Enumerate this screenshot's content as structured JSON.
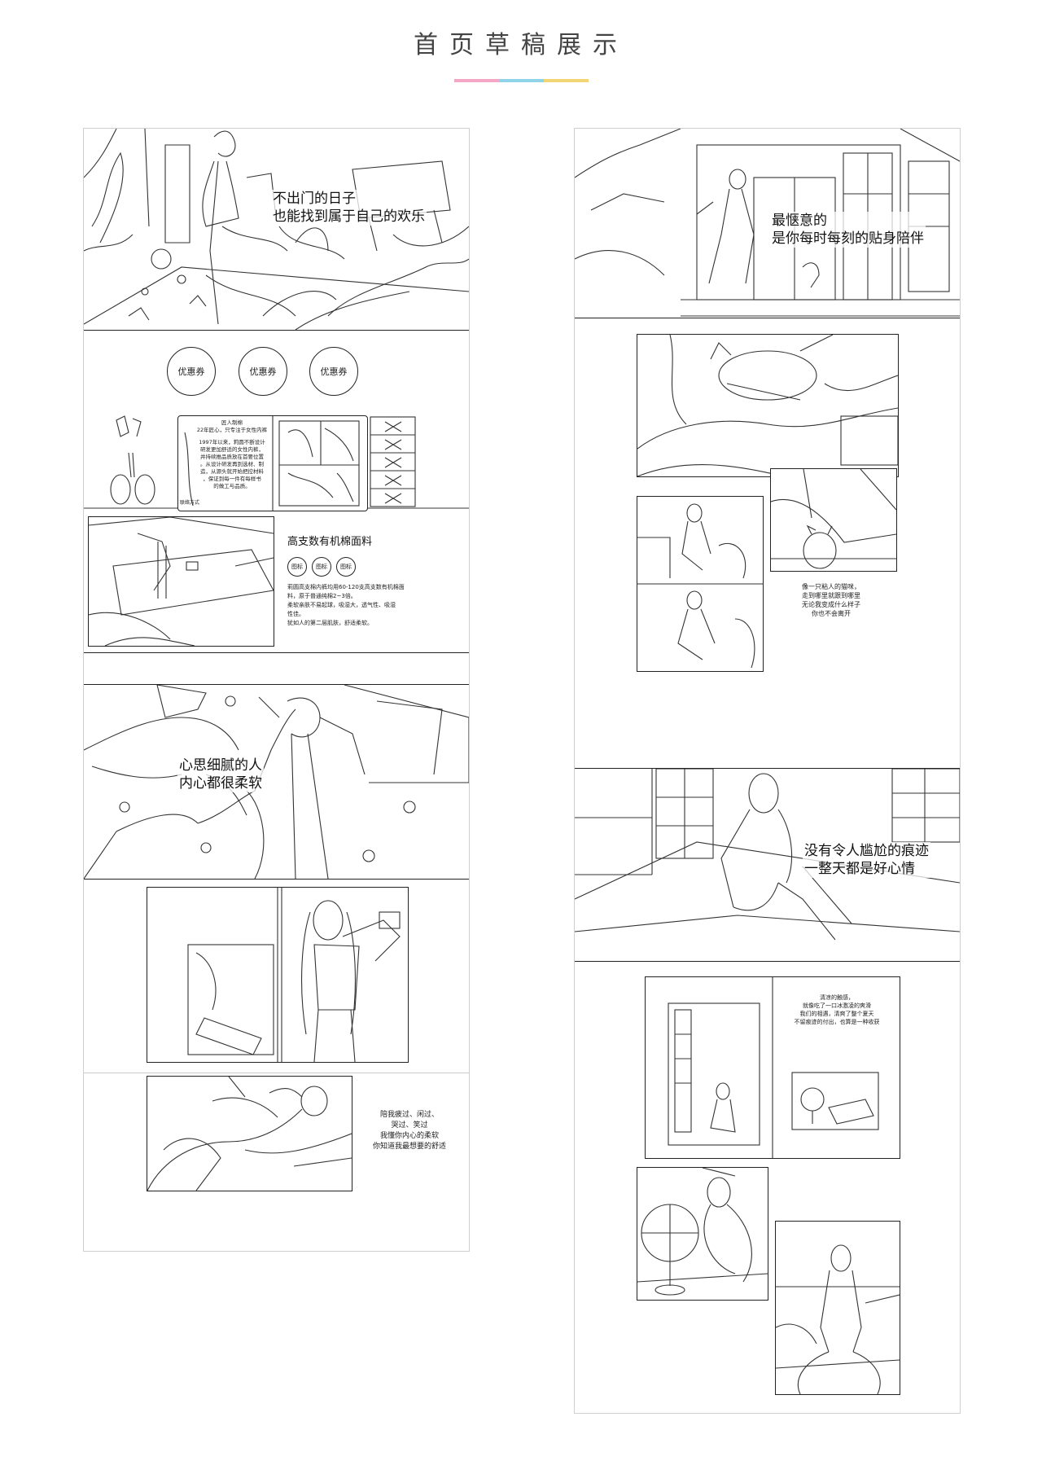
{
  "header": {
    "title": "首页草稿展示",
    "bar_colors": [
      "#f4a7c4",
      "#8fd3e8",
      "#f2d675"
    ]
  },
  "left": {
    "hero_caption": [
      "不出门的日子",
      "也能找到属于自己的欢乐"
    ],
    "coupons": [
      "优惠券",
      "优惠券",
      "优惠券"
    ],
    "book": {
      "heading": "匠人制棉",
      "subheading": "22年匠心，只专注于女性内裤",
      "body": [
        "1997年以来，莉圆不断设计",
        "研发更加舒适的女性内裤，",
        "并持续推品质放在首要位置",
        "。从设计研发再到选材、制",
        "造，从源头就开始把控材料",
        "，保证到每一件有每样书",
        "的做工与品质。"
      ],
      "contact": "联络方式"
    },
    "fabric": {
      "title": "高支数有机棉面料",
      "pills": [
        "图标",
        "图标",
        "图标"
      ],
      "desc": [
        "莉圆高支棉内裤均用60-120支高支数有机棉面",
        "料，原于普通纯棉2~3倍。",
        "柔软亲肤不易起球，吸湿大，透气性、吸湿",
        "性佳。",
        "犹如人的第二层肌肤，舒适柔软。"
      ]
    },
    "soft_caption": [
      "心思细腻的人",
      "内心都很柔软"
    ],
    "company_caption": [
      "陪我疲过、闲过、",
      "哭过、笑过",
      "我懂你内心的柔软",
      "你知道我最想要的舒适"
    ]
  },
  "right": {
    "hero_caption": [
      "最惬意的",
      "是你每时每刻的贴身陪伴"
    ],
    "cat_caption": [
      "像一只粘人的猫咪，",
      "走到哪里就跟到哪里",
      "无论我变成什么样子",
      "你也不会离开"
    ],
    "floor_caption": [
      "没有令人尴尬的痕迹",
      "一整天都是好心情"
    ],
    "cool_caption": [
      "清凉的触感，",
      "就像吃了一口冰激凌的爽滑",
      "我们的相遇，清爽了整个夏天",
      "不留痕迹的付出，也算是一种收获"
    ]
  }
}
